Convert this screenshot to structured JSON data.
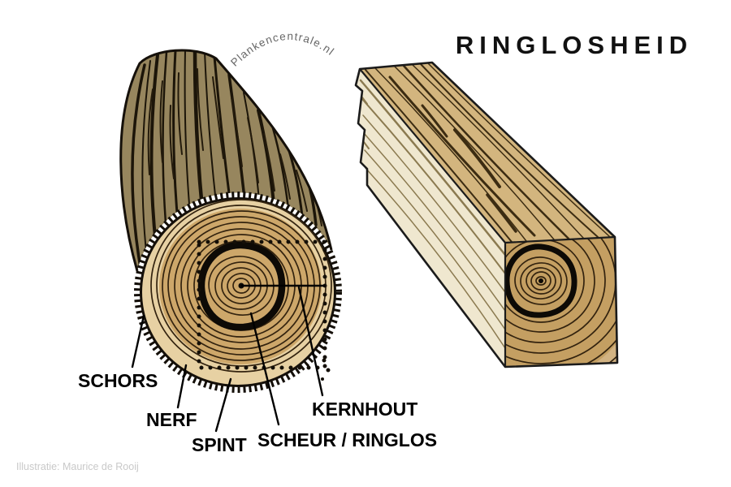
{
  "title": "RINGLOSHEID",
  "watermark": "Plankencentrale.nl",
  "credit": "Illustratie: Maurice de Rooij",
  "labels": {
    "schors": "SCHORS",
    "nerf": "NERF",
    "spint": "SPINT",
    "kernhout": "KERNHOUT",
    "scheur_ringlos": "SCHEUR / RINGLOS"
  },
  "colors": {
    "background": "#ffffff",
    "title_text": "#111111",
    "label_text": "#000000",
    "watermark_text": "#666666",
    "credit_text": "#c9c9c9",
    "bark_base": "#97865e",
    "bark_stroke": "#1c1509",
    "log_sapwood": "#e7d1a3",
    "log_heartwood": "#cda76a",
    "growth_ring_line": "#33230f",
    "ring_shake": "#0d0a06",
    "beam_top": "#d3b57e",
    "beam_side": "#efe7cf",
    "beam_end_light": "#d2b383",
    "beam_end_dark": "#c49f62"
  }
}
